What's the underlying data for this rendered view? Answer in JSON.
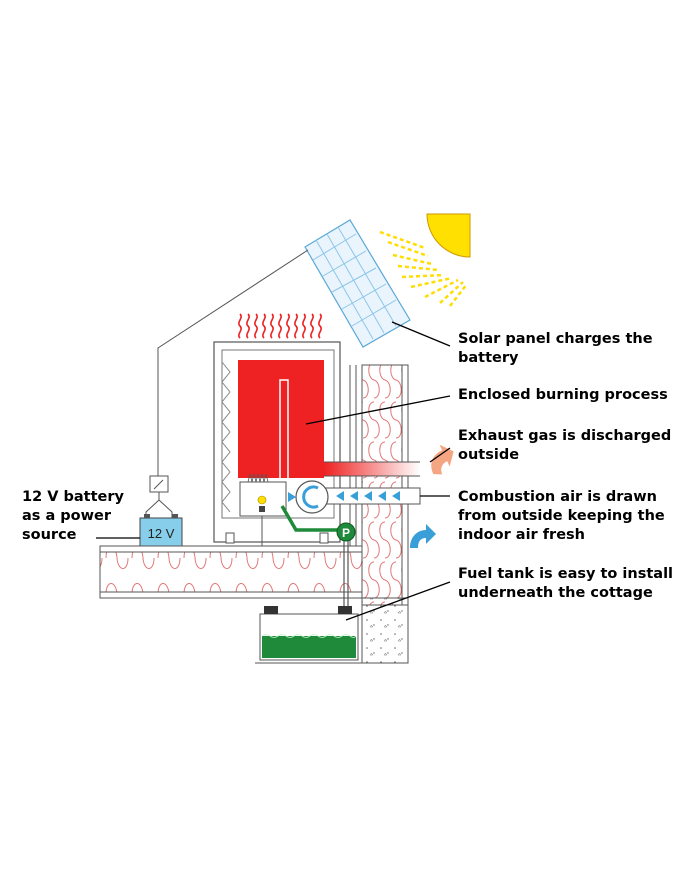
{
  "callouts": {
    "solar": "Solar panel charges the\nbattery",
    "burning": "Enclosed burning process",
    "exhaust": "Exhaust gas is discharged\noutside",
    "air": "Combustion air is drawn\nfrom outside keeping the\nindoor air fresh",
    "tank": "Fuel tank is easy to install\nunderneath the cottage",
    "battery": "12 V battery\nas a power\nsource"
  },
  "battery_label": "12 V",
  "pump_label": "P",
  "colors": {
    "heater": "#ee2222",
    "fuel": "#1e8a3a",
    "air_arrow": "#3a9fd8",
    "sun": "#ffe000",
    "insulation": "#e07878",
    "battery": "#87ceeb"
  }
}
